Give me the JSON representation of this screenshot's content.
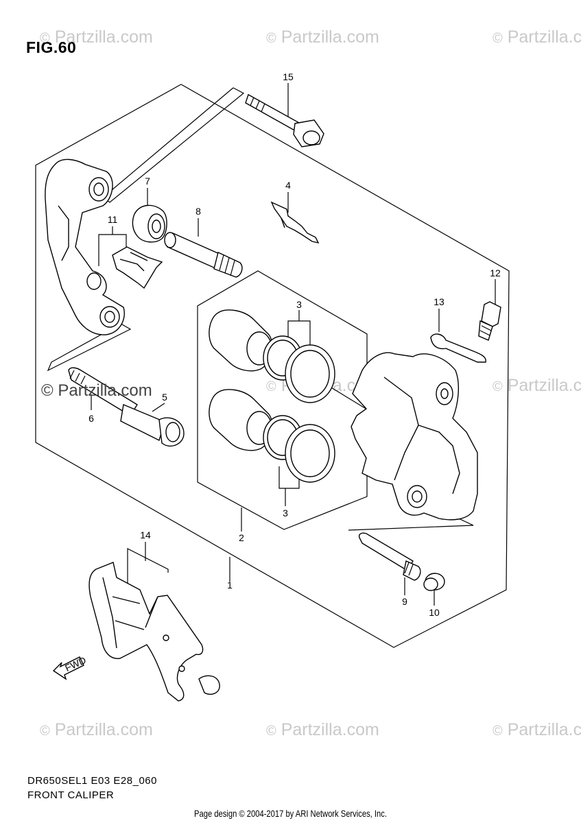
{
  "figure": {
    "title": "FIG.60"
  },
  "watermarks": {
    "brand": "Partzilla.com",
    "copyright_symbol": "©",
    "center_text": "© Partzilla.com"
  },
  "callouts": [
    "1",
    "2",
    "3",
    "3",
    "4",
    "5",
    "6",
    "7",
    "8",
    "9",
    "10",
    "11",
    "12",
    "13",
    "14",
    "15"
  ],
  "fwd_label": "FWD",
  "model_code": "DR650SEL1 E03 E28_060",
  "section_name": "FRONT CALIPER",
  "footer": "Page design © 2004-2017 by ARI Network Services, Inc."
}
